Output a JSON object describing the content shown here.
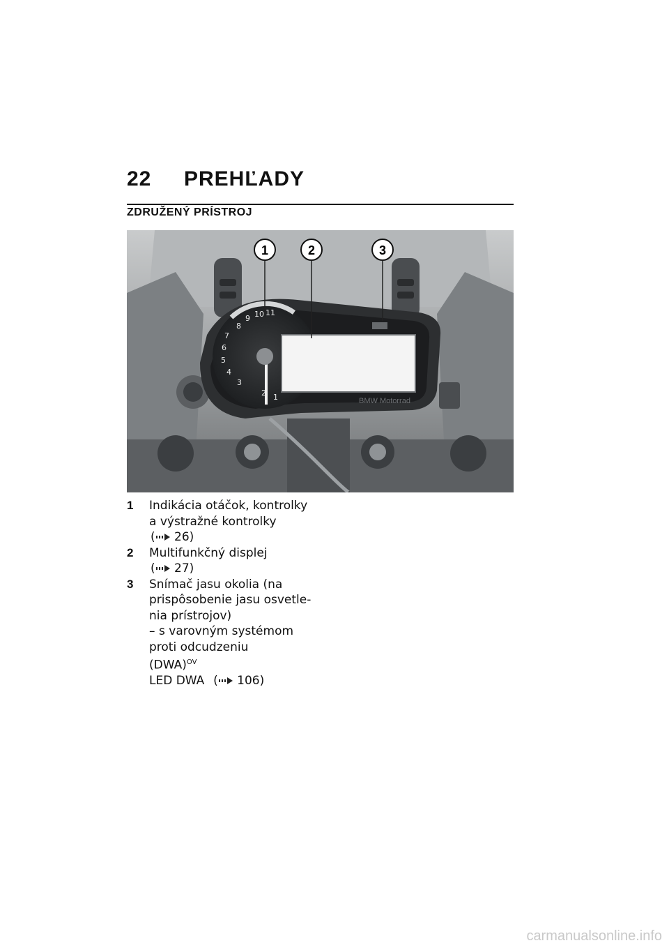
{
  "header": {
    "page_number": "22",
    "title": "PREHĽADY"
  },
  "section": {
    "title": "ZDRUŽENÝ PRÍSTROJ"
  },
  "figure": {
    "callouts": [
      "1",
      "2",
      "3"
    ],
    "tach_scale": [
      "1",
      "2",
      "3",
      "4",
      "5",
      "6",
      "7",
      "8",
      "9",
      "10",
      "11"
    ],
    "brand_plate": "BMW Motorrad"
  },
  "items": [
    {
      "number": "1",
      "lines": [
        "Indikácia otáčok, kontrolky",
        "a výstražné kontrolky"
      ],
      "ref": "26)"
    },
    {
      "number": "2",
      "lines": [
        "Multifunkčný displej"
      ],
      "ref": "27)"
    },
    {
      "number": "3",
      "lines": [
        "Snímač jasu okolia (na",
        "prispôsobenie jasu osvetle-",
        "nia prístrojov)"
      ]
    }
  ],
  "item3_extra": {
    "dash_line": "s varovným systémom",
    "indent_line": "proti odcudzeniu",
    "dwa": "(DWA)",
    "dwa_sup": "OV",
    "led_label": "LED DWA",
    "led_ref": "106)"
  },
  "footer": {
    "watermark": "carmanualsonline.info"
  }
}
